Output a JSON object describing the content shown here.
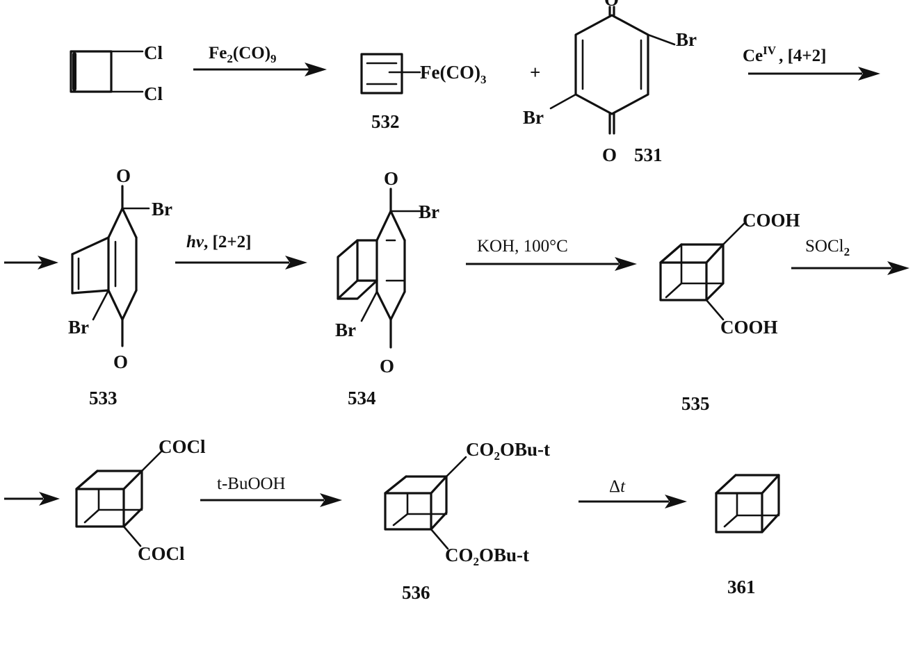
{
  "scheme": {
    "start": {
      "cl1": "Cl",
      "cl2": "Cl"
    },
    "step1": {
      "reagent": "Fe",
      "sub2": "2",
      "paren": "(CO)",
      "sub9": "9"
    },
    "c532": {
      "ligand": "Fe(CO)",
      "sub3": "3",
      "number": "532"
    },
    "plus": "+",
    "c531": {
      "o_top": "O",
      "o_bottom": "O",
      "br1": "Br",
      "br2": "Br",
      "number": "531"
    },
    "step2": {
      "ce": "Ce",
      "ce_sup": "IV",
      "cond": ", [4+2]"
    },
    "c533": {
      "o_top": "O",
      "o_bottom": "O",
      "br1": "Br",
      "br2": "Br",
      "number": "533"
    },
    "step3": {
      "hv": "hν",
      "cond": ", [2+2]"
    },
    "c534": {
      "o_top": "O",
      "o_bottom": "O",
      "br1": "Br",
      "br2": "Br",
      "number": "534"
    },
    "step4": {
      "cond": "KOH, 100°C"
    },
    "c535": {
      "acid1": "COOH",
      "acid2": "COOH",
      "number": "535"
    },
    "step5": {
      "reagent": "SOCl",
      "sub2": "2"
    },
    "c_cl": {
      "g1": "COCl",
      "g2": "COCl"
    },
    "step6": {
      "reagent": "t-BuOOH"
    },
    "c536": {
      "g1a": "CO",
      "g1sub": "2",
      "g1b": "OBu-t",
      "g2a": "CO",
      "g2sub": "2",
      "g2b": "OBu-t",
      "number": "536"
    },
    "step7": {
      "delta": "Δ",
      "t": "t"
    },
    "c361": {
      "number": "361"
    }
  }
}
